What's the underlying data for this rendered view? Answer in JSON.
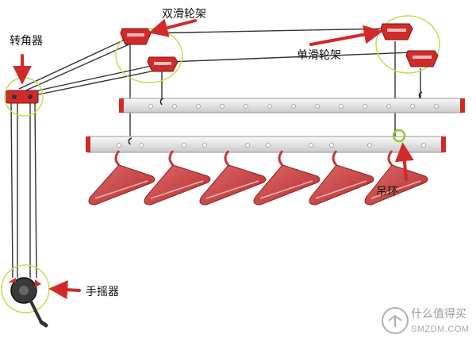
{
  "labels": {
    "double_pulley": "双滑轮架",
    "corner_unit": "转角器",
    "single_pulley": "单滑轮架",
    "hanging_ring": "吊环",
    "hand_crank": "手摇器"
  },
  "watermark": {
    "name": "什么值得买",
    "url": "SMZDM.COM"
  },
  "colors": {
    "accent_red": "#d12a2a",
    "hanger_red": "#c63a3a",
    "rail_silver": "#e6e6e6",
    "highlight_circle": "#c8dc4e",
    "ring_highlight": "#8fcc2a",
    "cable": "#333333"
  }
}
